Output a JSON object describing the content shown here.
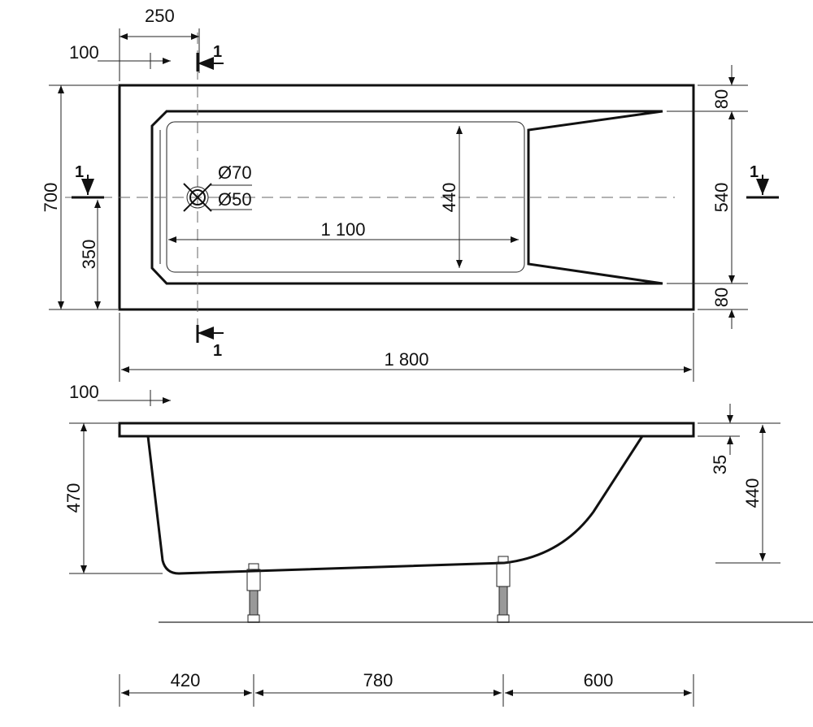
{
  "plan": {
    "dim_250": "250",
    "dim_100_top": "100",
    "dim_700": "700",
    "dim_350": "350",
    "dim_440": "440",
    "dim_1100": "1 100",
    "dim_80_top": "80",
    "dim_540": "540",
    "dim_80_bottom": "80",
    "drain_outer": "Ø70",
    "drain_inner": "Ø50",
    "section_mark": "1"
  },
  "elevation": {
    "dim_1800": "1 800",
    "dim_100": "100",
    "dim_470": "470",
    "dim_35": "35",
    "dim_440": "440",
    "dim_420": "420",
    "dim_780": "780",
    "dim_600": "600"
  }
}
